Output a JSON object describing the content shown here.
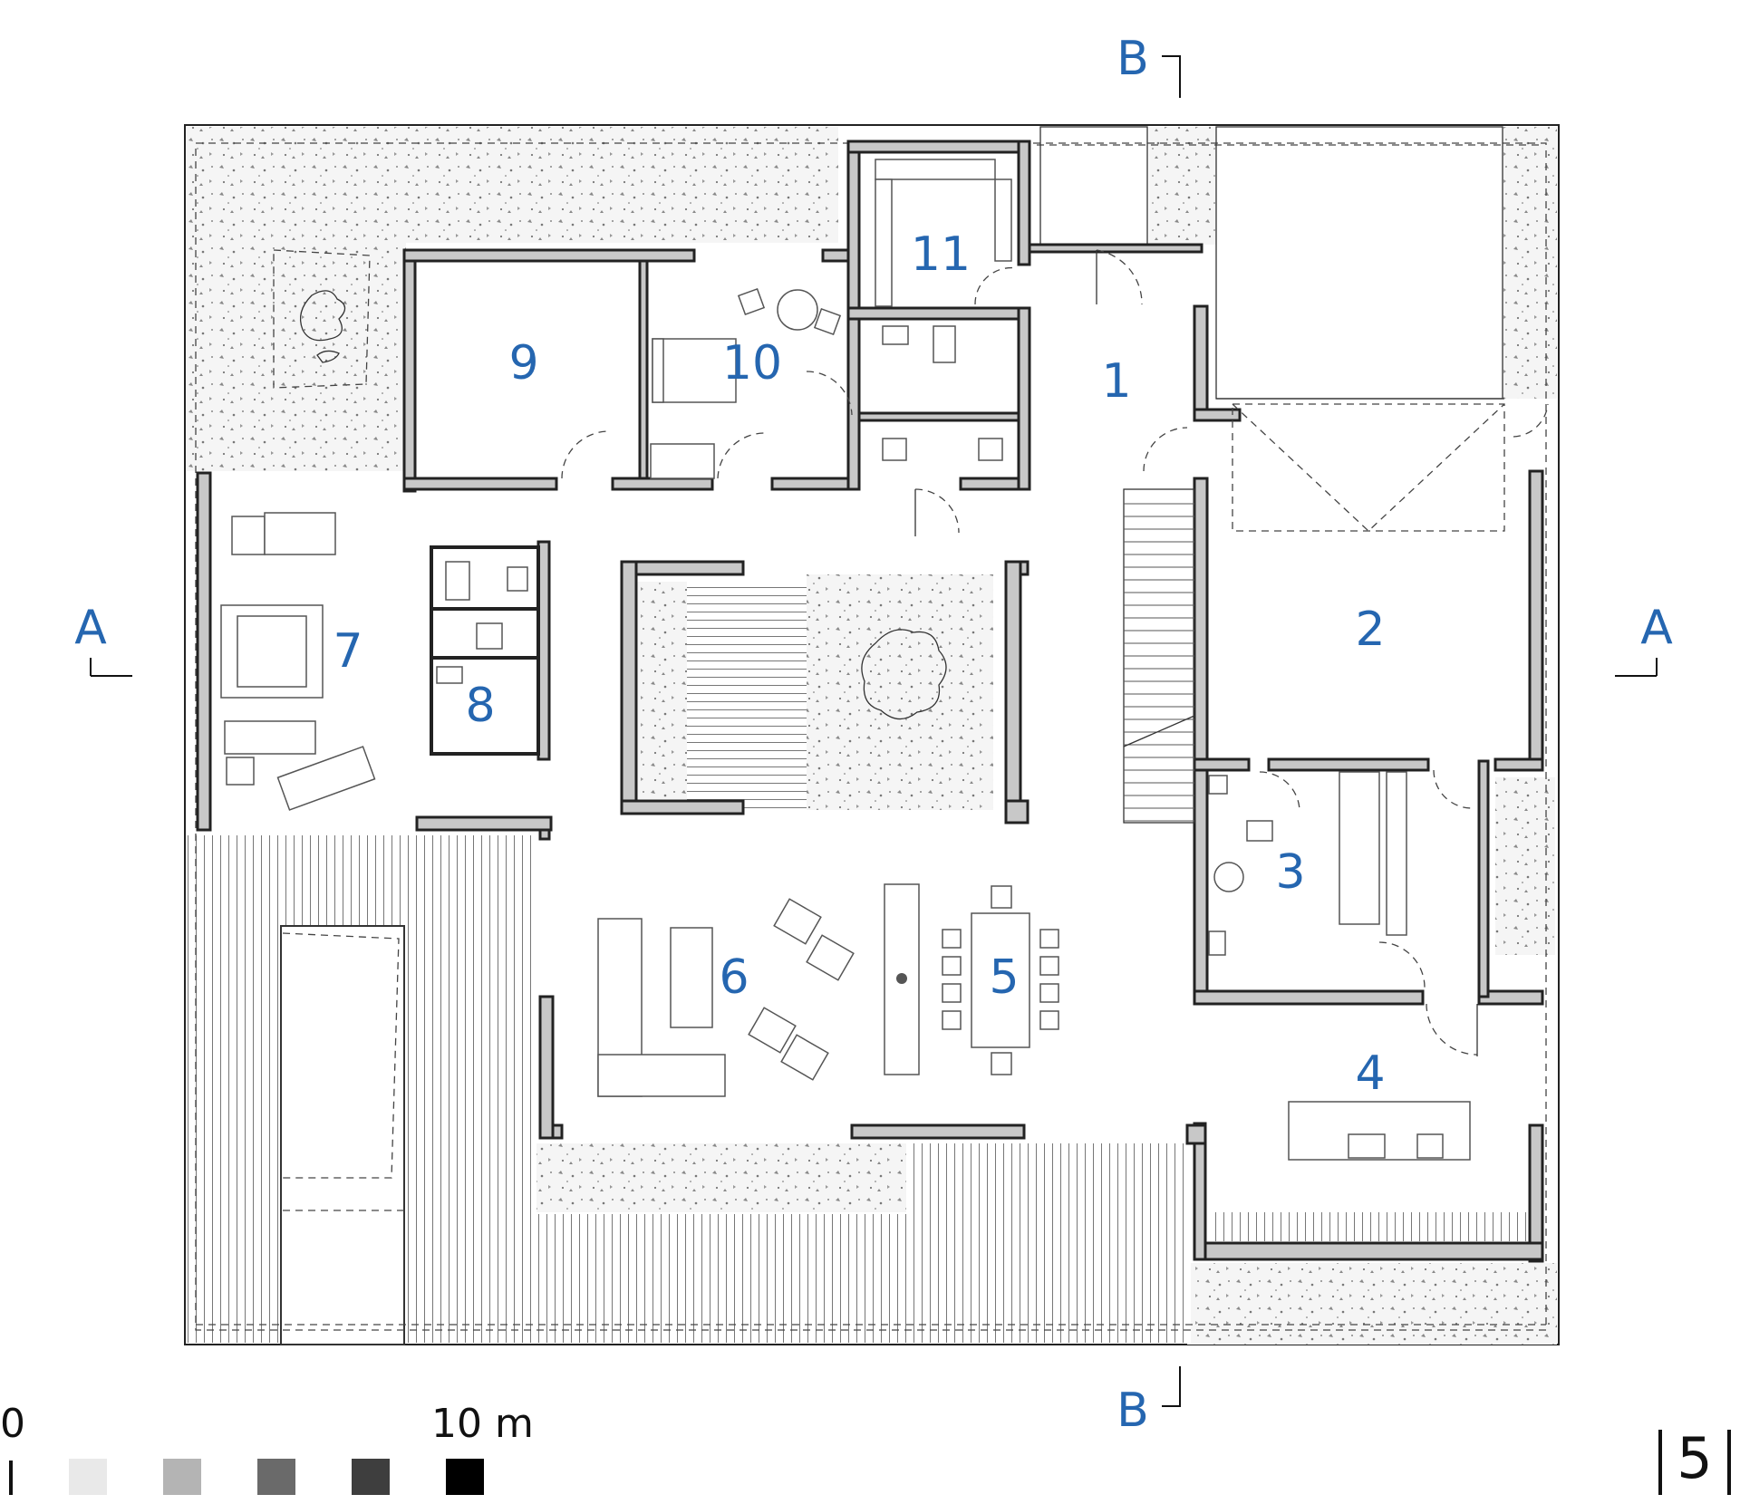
{
  "rooms": [
    {
      "id": "1",
      "label": "1"
    },
    {
      "id": "2",
      "label": "2"
    },
    {
      "id": "3",
      "label": "3"
    },
    {
      "id": "4",
      "label": "4"
    },
    {
      "id": "5",
      "label": "5"
    },
    {
      "id": "6",
      "label": "6"
    },
    {
      "id": "7",
      "label": "7"
    },
    {
      "id": "8",
      "label": "8"
    },
    {
      "id": "9",
      "label": "9"
    },
    {
      "id": "10",
      "label": "10"
    },
    {
      "id": "11",
      "label": "11"
    }
  ],
  "sections": {
    "a_left": "A",
    "a_right": "A",
    "b_top": "B",
    "b_bottom": "B"
  },
  "scale": {
    "start_label": "0",
    "end_label": "10 m",
    "swatch_colors": [
      "#e9e9e9",
      "#b4b4b4",
      "#6a6a6a",
      "#3e3e3e",
      "#000000"
    ]
  },
  "page_number": "5",
  "colors": {
    "label_blue": "#2566b0",
    "wall_fill": "#c8c8c8",
    "line": "#222222"
  }
}
